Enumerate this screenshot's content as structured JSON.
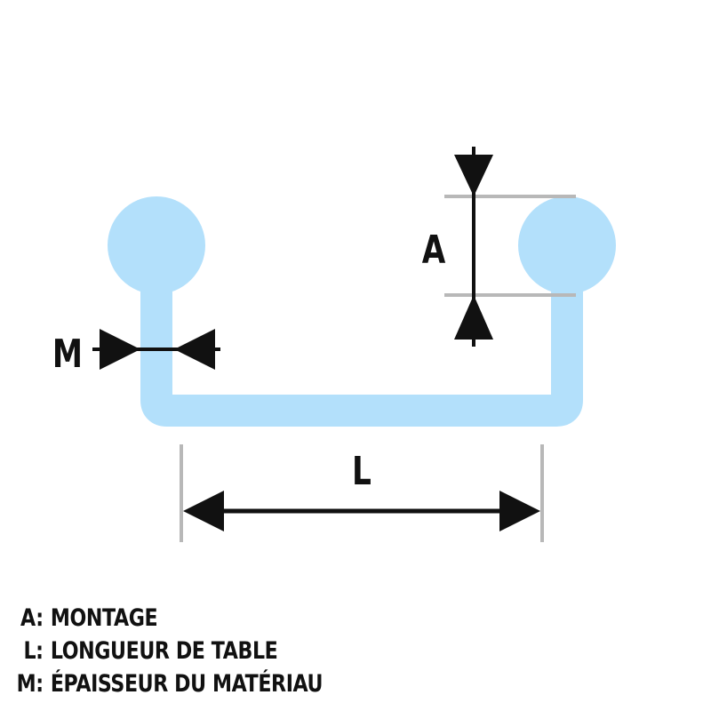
{
  "colors": {
    "part": "#b3e0fb",
    "dimension_line": "#111111",
    "extension_line": "#b8b8b8",
    "text": "#111111"
  },
  "dimensions": {
    "a_label": "A",
    "l_label": "L",
    "m_label": "M"
  },
  "legend": [
    {
      "key": "A:",
      "text": "MONTAGE"
    },
    {
      "key": "L:",
      "text": "LONGUEUR DE TABLE"
    },
    {
      "key": "M:",
      "text": "ÉPAISSEUR DU MATÉRIAU"
    }
  ]
}
